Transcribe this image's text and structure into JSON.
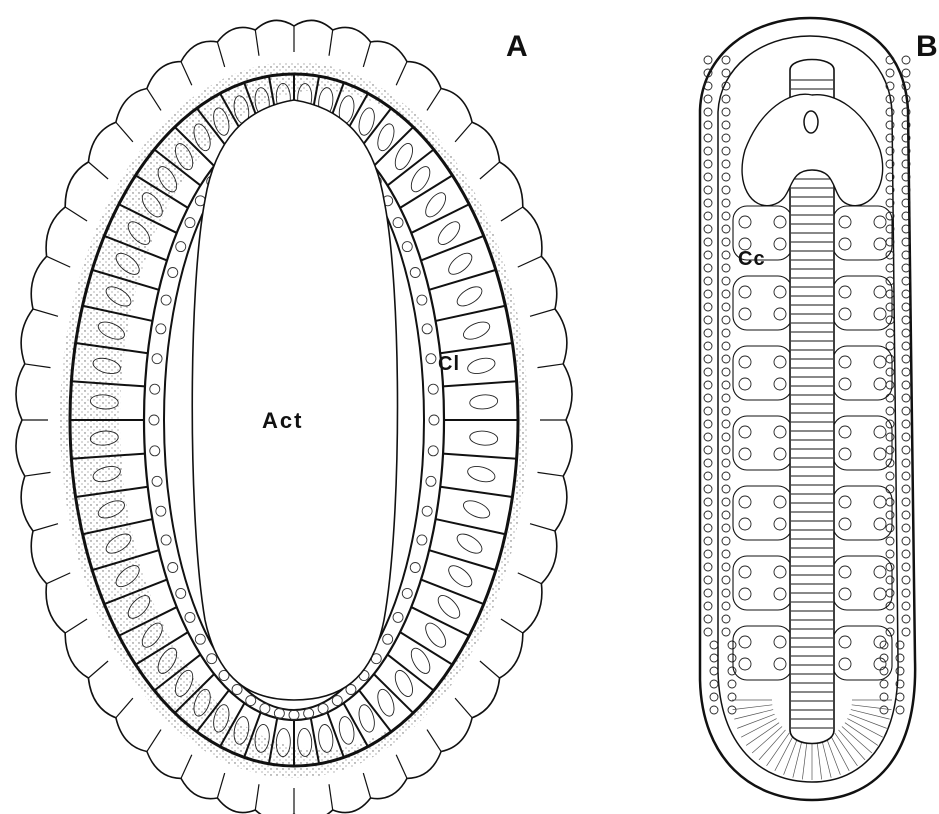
{
  "panels": {
    "a": {
      "letter": "A",
      "lumen_label": "Act",
      "cell_label": "Cl"
    },
    "b": {
      "letter": "B",
      "cell_label": "Cc"
    }
  },
  "colors": {
    "ink": "#111111",
    "paper": "#ffffff"
  }
}
